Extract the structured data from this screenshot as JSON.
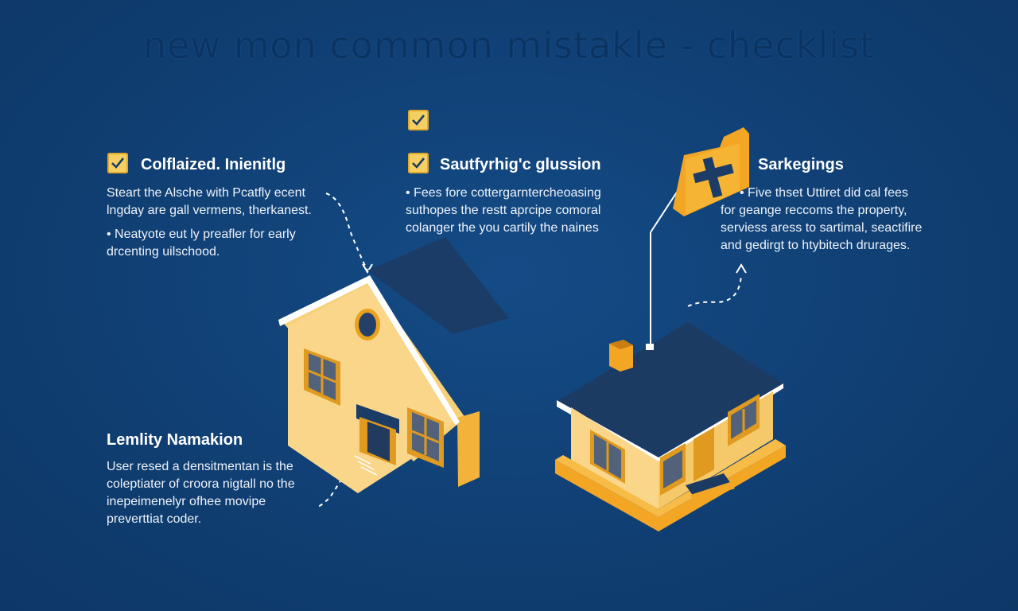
{
  "title": "new mon common mistakle - checklist",
  "colors": {
    "background": "#103f73",
    "accent_yellow": "#f6cf62",
    "accent_orange": "#f3a623",
    "roof": "#1b3c66"
  },
  "icons": [
    "check-icon",
    "folder-plus-icon",
    "house-illustration"
  ],
  "sections": [
    {
      "heading": "Colflaized. Inienitlg",
      "lines": [
        "Steart the Alsche with Pcatfly ecent",
        "lngday are gall vermens, therkanest.",
        "• Neatyote eut ly preafler for early",
        "drcenting uilschood."
      ]
    },
    {
      "heading": "Sautfyrhig'c glussion",
      "lines": [
        "• Fees fore cottergarntercheoasing",
        "suthopes the restt aprcipe comoral",
        "colanger the you cartily the naines"
      ]
    },
    {
      "heading": "Sarkegings",
      "lines": [
        "• Five thset Uttiret did cal fees",
        "for geange reccoms the property,",
        "serviess aress to sartimal, seactifire",
        "and gedirgt to htybitech drurages."
      ]
    },
    {
      "heading": "Lemlity Namakion",
      "lines": [
        "User resed a densitmentan is the",
        "coleptiater of croora nigtall no the",
        "inepeimenelyr ofhee movipe",
        "preverttiat coder."
      ]
    }
  ]
}
